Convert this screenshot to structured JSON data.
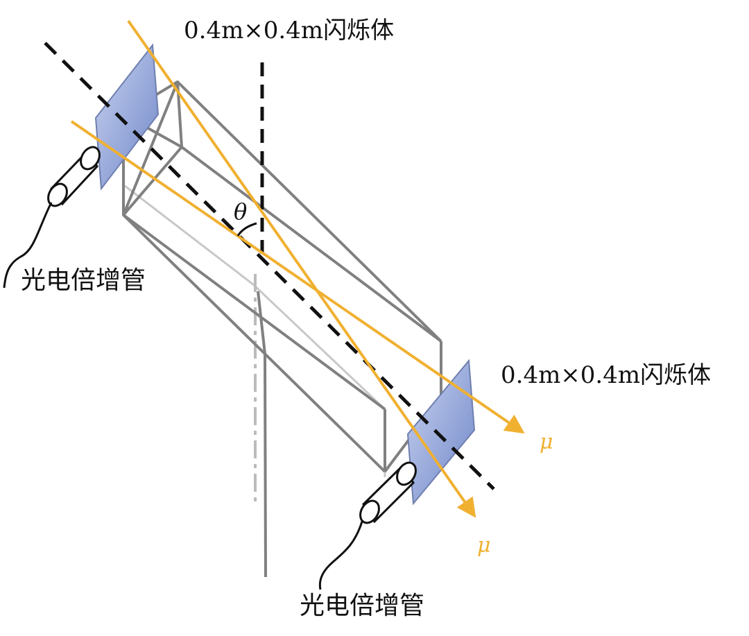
{
  "labels": {
    "top_scintillator": "0.4m×0.4m闪烁体",
    "right_scintillator": "0.4m×0.4m闪烁体",
    "left_pmt": "光电倍增管",
    "bottom_pmt": "光电倍增管",
    "angle": "θ",
    "muon_upper": "μ",
    "muon_lower": "μ"
  },
  "colors": {
    "muon_track": "#F0B030",
    "detector_frame": "#808080",
    "hidden_edge": "#C8C8C8",
    "plate_fill": "#8FA3D8",
    "axis": "#111111"
  }
}
